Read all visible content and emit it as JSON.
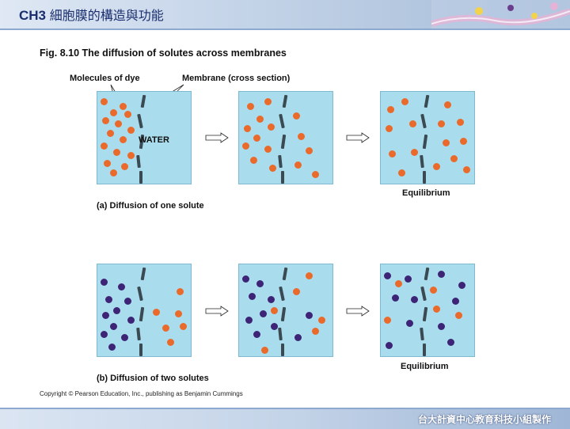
{
  "header": {
    "chapter": "CH3",
    "title_zh": "細胞膜的構造與功能"
  },
  "figure": {
    "title": "Fig. 8.10  The diffusion of solutes across membranes",
    "label_molecules": "Molecules of dye",
    "label_membrane": "Membrane (cross section)",
    "label_water": "WATER",
    "equilibrium_a": "Equilibrium",
    "equilibrium_b": "Equilibrium",
    "caption_a": "(a) Diffusion of one solute",
    "caption_b": "(b) Diffusion of two solutes"
  },
  "copyright": "Copyright © Pearson Education, Inc., publishing as Benjamin Cummings",
  "footer": {
    "text": "台大計資中心教育科技小組製作"
  },
  "colors": {
    "water": "#a9ddee",
    "orange_dye": "#ea6a2c",
    "purple_dye": "#3d2476",
    "membrane": "#3b4a52"
  }
}
